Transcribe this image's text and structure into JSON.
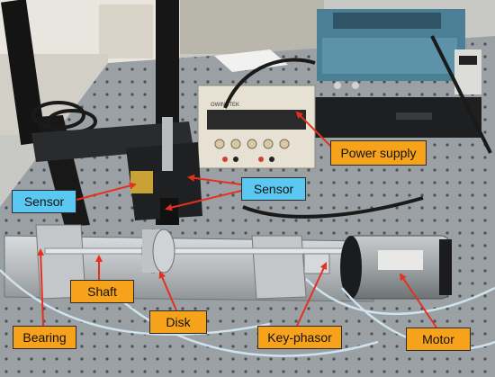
{
  "labels": {
    "power_supply": "Power supply",
    "sensor_left": "Sensor",
    "sensor_right": "Sensor",
    "shaft": "Shaft",
    "disk": "Disk",
    "bearing": "Bearing",
    "key_phasor": "Key-phasor",
    "motor": "Motor"
  },
  "colors": {
    "orange_label": "#f7a21b",
    "blue_label": "#5bc8f2",
    "arrow": "#e53020"
  },
  "equipment_panel_text": "GWINSTEK"
}
